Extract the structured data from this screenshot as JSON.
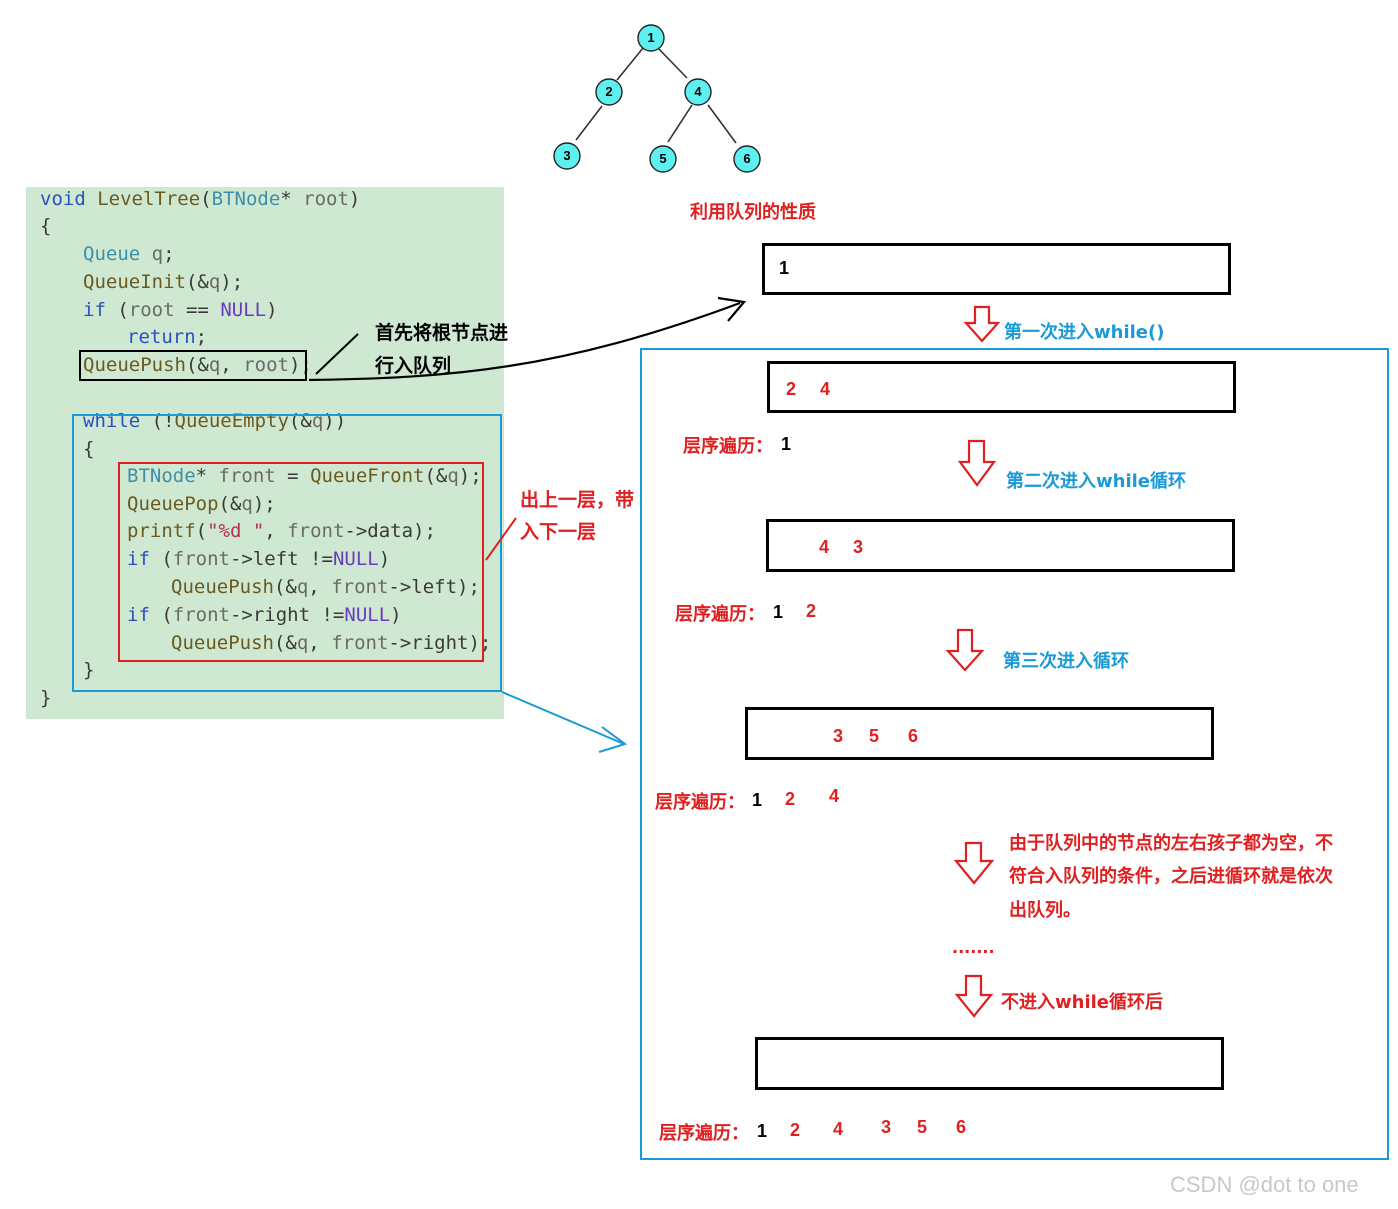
{
  "tree": {
    "nodes": [
      "1",
      "2",
      "4",
      "3",
      "5",
      "6"
    ]
  },
  "code": {
    "signature": "void LevelTree(BTNode* root)",
    "lines": [
      "void LevelTree(BTNode* root)",
      "{",
      "Queue q;",
      "QueueInit(&q);",
      "if (root == NULL)",
      "return;",
      "QueuePush(&q, root);",
      "while (!QueueEmpty(&q))",
      "{",
      "BTNode* front = QueueFront(&q);",
      "QueuePop(&q);",
      "printf(\"%d \", front->data);",
      "if (front->left !=NULL)",
      "QueuePush(&q, front->left);",
      "if (front->right !=NULL)",
      "QueuePush(&q, front->right);",
      "}",
      "}"
    ]
  },
  "annotations": {
    "push_root_line1": "首先将根节点进",
    "push_root_line2": "行入队列",
    "pop_push_line1": "出上一层，带",
    "pop_push_line2": "入下一层",
    "use_queue": "利用队列的性质",
    "first_while": "第一次进入while()",
    "second_while": "第二次进入while循环",
    "third_while": "第三次进入循环",
    "empty_children_line1": "由于队列中的节点的左右孩子都为空，不",
    "empty_children_line2": "符合入队列的条件，之后进循环就是依次",
    "empty_children_line3": "出队列。",
    "ellipsis": ".......",
    "exit_while": "不进入while循环后",
    "traversal_label": "层序遍历："
  },
  "queues": [
    {
      "items": [
        "1"
      ]
    },
    {
      "items": [
        "2",
        "4"
      ]
    },
    {
      "items": [
        "4",
        "3"
      ]
    },
    {
      "items": [
        "3",
        "5",
        "6"
      ]
    },
    {
      "items": []
    }
  ],
  "traversals": [
    {
      "items": [
        "1"
      ]
    },
    {
      "items": [
        "1",
        "2"
      ]
    },
    {
      "items": [
        "1",
        "2",
        "4"
      ]
    },
    {
      "items": [
        "1",
        "2",
        "4",
        "3",
        "5",
        "6"
      ]
    }
  ],
  "watermark": "CSDN @dot to one",
  "colors": {
    "code_bg": "#cfe8d2",
    "node_fill": "#5ef0f0",
    "annotation_red": "#e02020",
    "annotation_blue": "#1a9ad6"
  }
}
